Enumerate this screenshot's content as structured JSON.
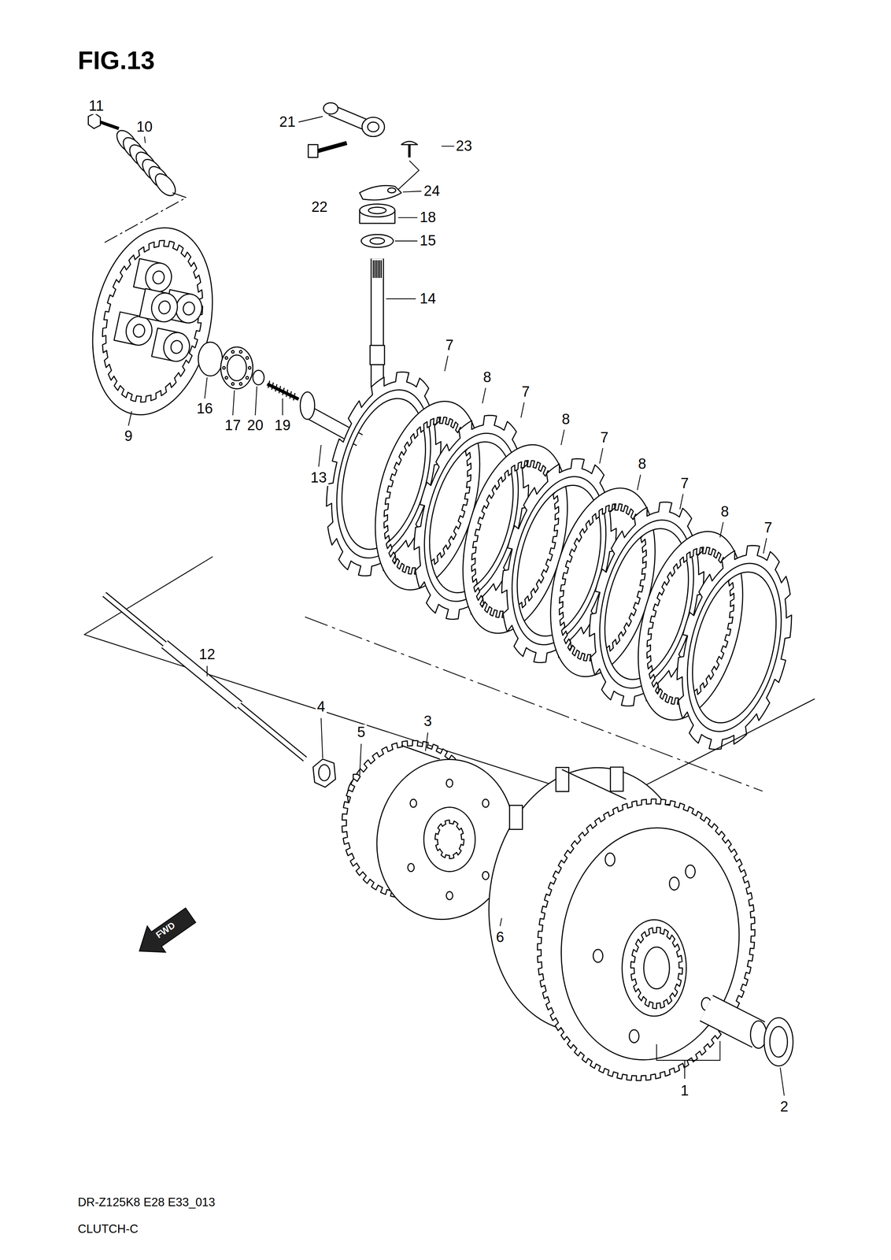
{
  "diagram": {
    "title": "FIG.13",
    "caption": "DR-Z125K8 E28 E33_013",
    "labels": [
      "11",
      "10",
      "21",
      "23",
      "22",
      "24",
      "18",
      "15",
      "14",
      "7",
      "8",
      "7",
      "8",
      "7",
      "8",
      "7",
      "8",
      "7",
      "9",
      "16",
      "17",
      "20",
      "19",
      "13",
      "12",
      "4",
      "5",
      "3",
      "6",
      "1",
      "2",
      "FWD",
      "CLUTCH-C"
    ]
  }
}
